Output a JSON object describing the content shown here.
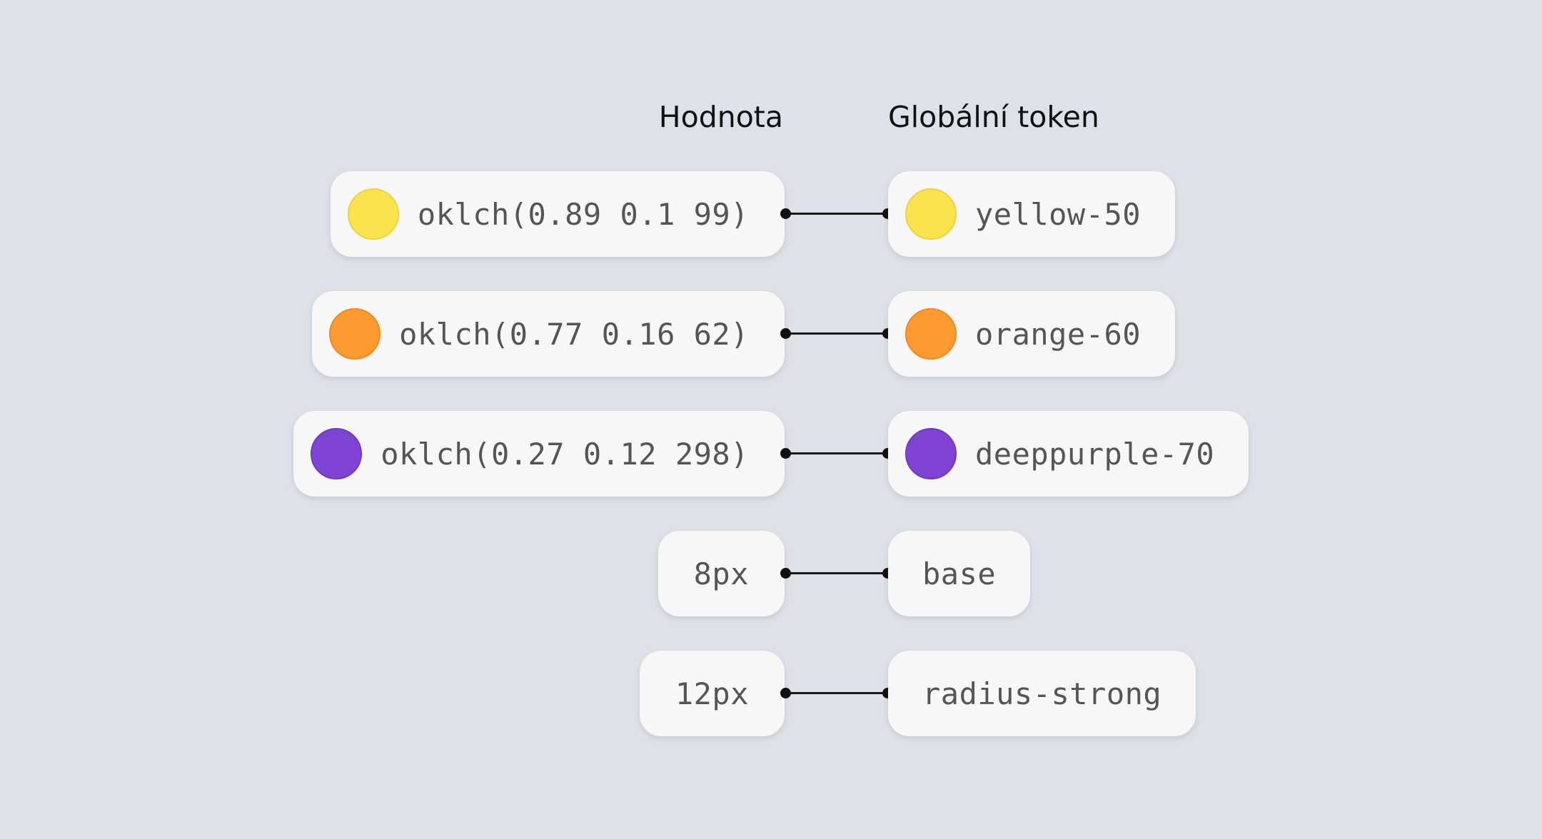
{
  "headers": {
    "value": "Hodnota",
    "token": "Globální token"
  },
  "rows": [
    {
      "value": "oklch(0.89 0.1 99)",
      "token": "yellow-50",
      "swatch": "#fbe24f",
      "swatch_border": "#efd23c"
    },
    {
      "value": "oklch(0.77 0.16 62)",
      "token": "orange-60",
      "swatch": "#fd9a30",
      "swatch_border": "#ee8a22"
    },
    {
      "value": "oklch(0.27 0.12 298)",
      "token": "deeppurple-70",
      "swatch": "#7f43d2",
      "swatch_border": "#7038c4"
    },
    {
      "value": "8px",
      "token": "base",
      "swatch": null
    },
    {
      "value": "12px",
      "token": "radius-strong",
      "swatch": null
    }
  ]
}
